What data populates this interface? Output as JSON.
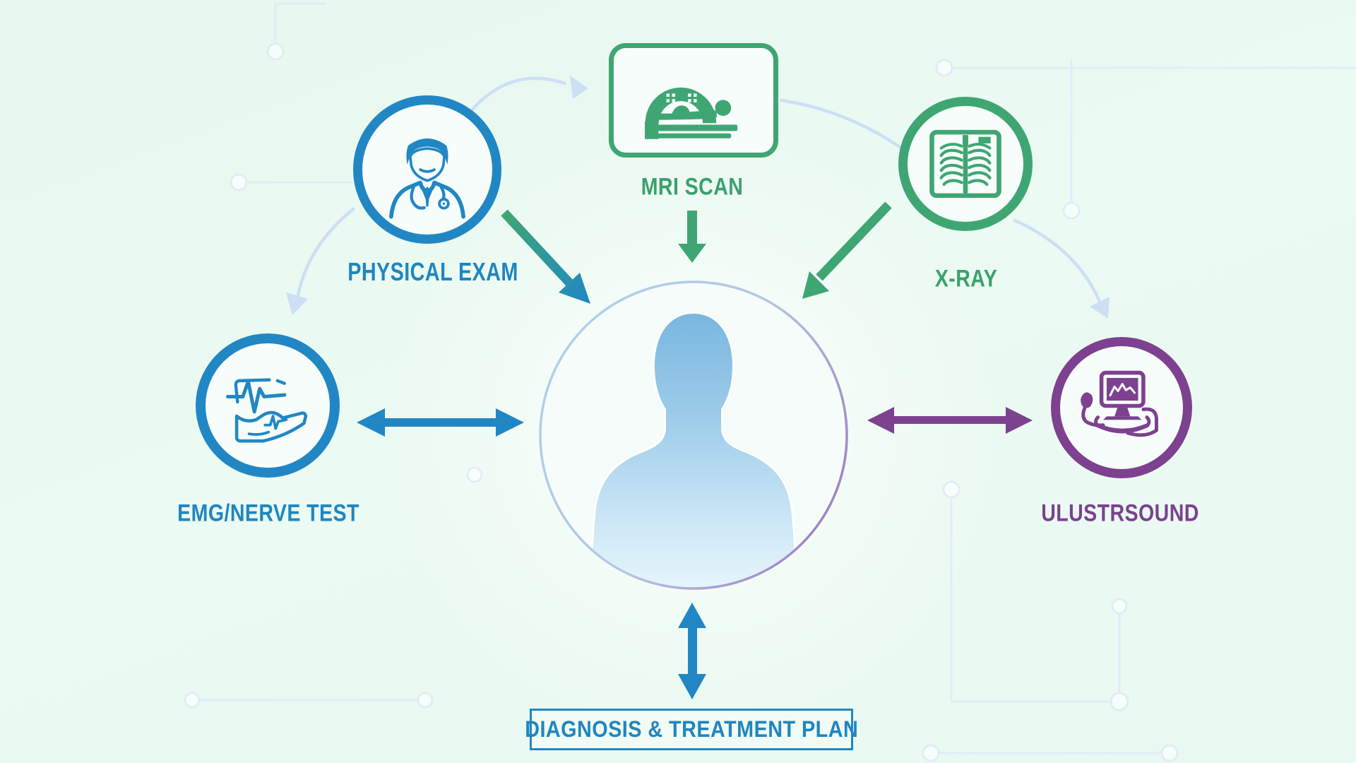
{
  "diagram": {
    "subject": "patient-diagnostic-workflow",
    "center": "patient-silhouette",
    "labels": {
      "physical_exam": "PHYSICAL EXAM",
      "mri": "MRI SCAN",
      "xray": "X-RAY",
      "emg": "EMG/NERVE TEST",
      "ultrasound": "ULUSTRSOUND",
      "diagnosis": "DIAGNOSIS & TREATMENT PLAN"
    },
    "icons": {
      "physical_exam": "doctor-icon",
      "mri": "mri-scanner-icon",
      "xray": "chest-xray-icon",
      "emg": "emg-waveform-arm-icon",
      "ultrasound": "ultrasound-machine-icon",
      "center": "patient-silhouette"
    },
    "connections": [
      {
        "from": "PHYSICAL EXAM",
        "to": "patient",
        "type": "one-way-arrow"
      },
      {
        "from": "MRI SCAN",
        "to": "patient",
        "type": "one-way-arrow"
      },
      {
        "from": "X-RAY",
        "to": "patient",
        "type": "one-way-arrow"
      },
      {
        "from": "EMG/NERVE TEST",
        "to": "patient",
        "type": "two-way-arrow"
      },
      {
        "from": "ULUSTRSOUND",
        "to": "patient",
        "type": "two-way-arrow"
      },
      {
        "from": "patient",
        "to": "DIAGNOSIS & TREATMENT PLAN",
        "type": "two-way-arrow"
      }
    ],
    "palette": {
      "blue": "#2187c4",
      "green": "#3fa673",
      "purple": "#7d4190",
      "light_arc": "#cddff4",
      "trace": "#dfeaf7",
      "background": "#e9f9f1",
      "ring_left": "#a9cde9",
      "ring_right": "#9d82c2",
      "silhouette_top": "#79b7e0",
      "silhouette_bottom": "#e8f6fc"
    }
  }
}
